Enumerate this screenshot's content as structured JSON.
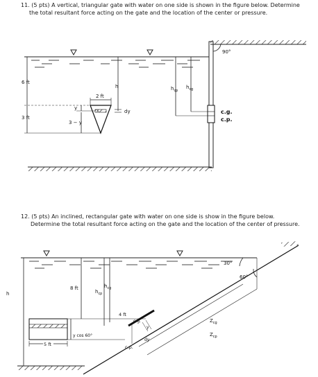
{
  "problem11": {
    "number": "11.",
    "text_line1": "(5 pts) A vertical, triangular gate with water on one side is shown in the figure below. Determine",
    "text_line2": "the total resultant force acting on the gate and the location of the center or pressure.",
    "labels": {
      "depth_top": "6 ft",
      "depth_bottom": "3 ft",
      "width": "2 ft",
      "h": "h",
      "x": "x",
      "y": "y",
      "dy": "dy",
      "three_minus_y": "3 − y",
      "hcp": "h",
      "hcp_sub": "cp",
      "hcg": "h",
      "hcg_sub": "cg",
      "angle": "90°",
      "cg_cp": "c.g.",
      "cp": "c.p."
    }
  },
  "problem12": {
    "number": "12.",
    "text_line1": "(5 pts) An inclined, rectangular gate with water on one side is show in the figure below.",
    "text_line2": "Determine the total resultant force acting on the gate and the location of the center of pressure.",
    "labels": {
      "h": "h",
      "depth": "8 ft",
      "hcp": "h",
      "hcp_sub": "cp",
      "hcg": "h",
      "hcg_sub": "cg",
      "gate_len": "4 ft",
      "cg": "c.g.",
      "cp": "c.p.",
      "y": "y",
      "dy": "dy",
      "ycos": "y cos 60°",
      "width": "5 ft",
      "angle30": "30°",
      "angle60": "60°",
      "zcg": "Z",
      "zcg_sub": "cg",
      "zcp": "Z",
      "zcp_sub": "cp"
    }
  },
  "colors": {
    "ink": "#1a1a1a",
    "hatch": "#333333",
    "page": "#ffffff"
  }
}
